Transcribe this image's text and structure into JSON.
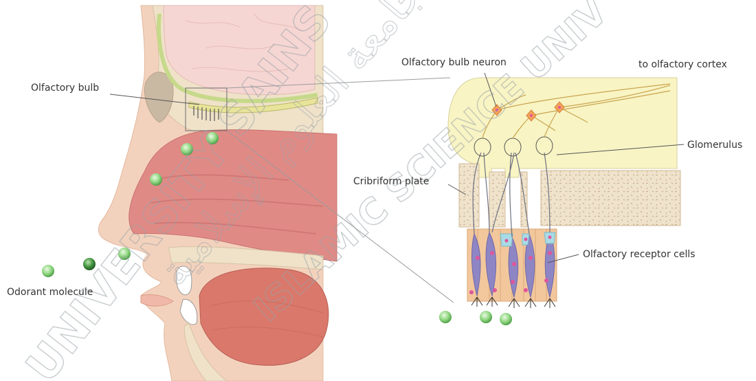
{
  "labels": {
    "olfactory_bulb": "Olfactory bulb",
    "olfactory_bulb_neuron": "Olfactory bulb neuron",
    "to_olfactory_cortex": "to olfactory cortex",
    "glomerulus": "Glomerulus",
    "cribriform_plate": "Cribriform plate",
    "olfactory_receptor_cells": "Olfactory receptor cells",
    "odorant_molecule": "Odorant molecule"
  },
  "watermark": {
    "line1": "UNIVERSITY SAINS",
    "line2": "ISLAMIC SCIENCE UNIV",
    "arabic": "جامعة العلوم الإسلامية"
  },
  "colors": {
    "skin": "#f3d2bd",
    "bone": "#efe2c9",
    "brain": "#f6d6d3",
    "nasal_cavity": "#e08a86",
    "tongue": "#d9786b",
    "bulb_yellow": "#f8f4c4",
    "receptor_cell": "#8e86c4",
    "support_cell": "#f2c79c",
    "odorant": "#7fcf73",
    "neuron": "#f5a25a"
  }
}
